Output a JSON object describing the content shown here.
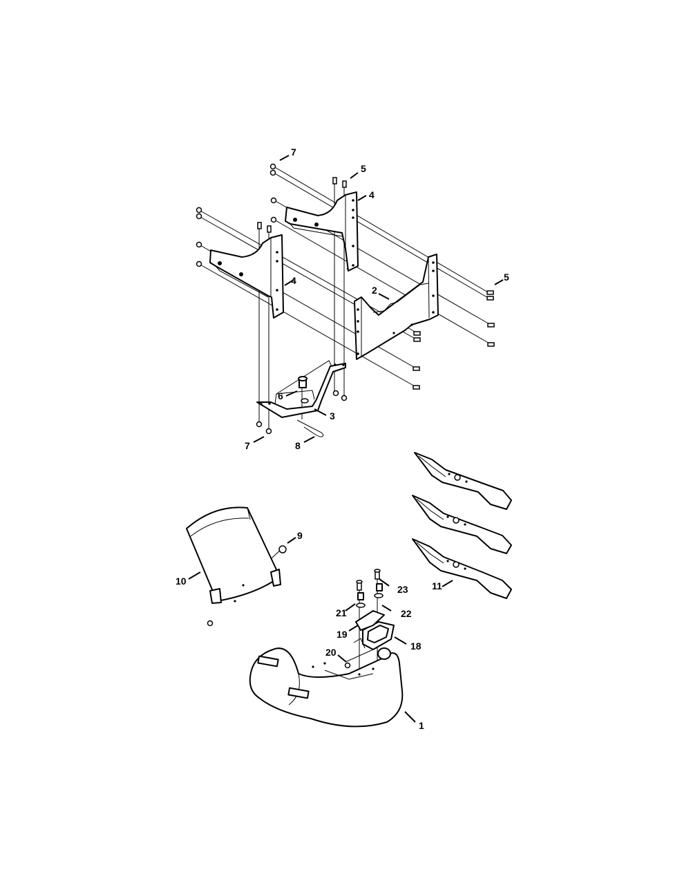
{
  "callouts": {
    "c1": "1",
    "c2": "2",
    "c3": "3",
    "c4a": "4",
    "c4b": "4",
    "c5a": "5",
    "c5b": "5",
    "c6": "6",
    "c7a": "7",
    "c7b": "7",
    "c8": "8",
    "c9": "9",
    "c10": "10",
    "c11": "11",
    "c18": "18",
    "c19": "19",
    "c20": "20",
    "c21": "21",
    "c22": "22",
    "c23": "23"
  },
  "colors": {
    "line": "#000000",
    "background": "#ffffff"
  }
}
